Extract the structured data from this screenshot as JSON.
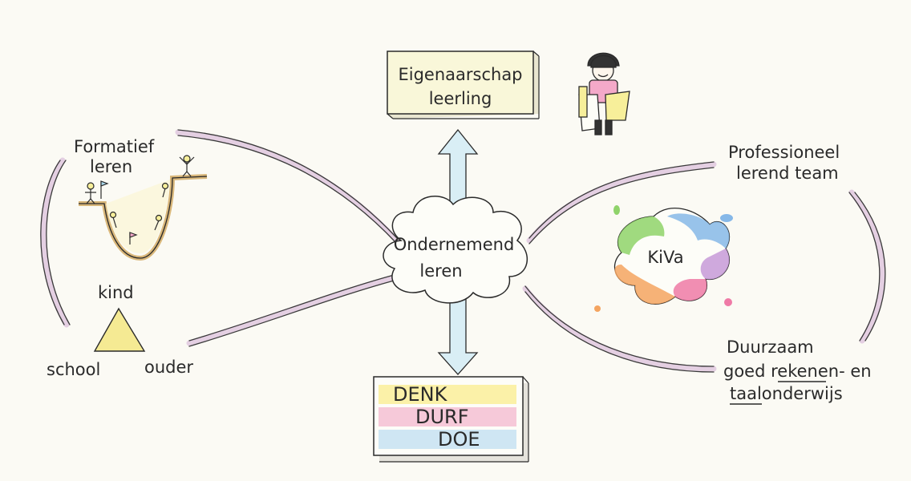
{
  "colors": {
    "paper": "#fbfaf4",
    "loop": "#e4cfe2",
    "ink": "#2a2a2a",
    "arrow": "#d9eef5",
    "denk": "#fbf1a8",
    "durf": "#f6c9d9",
    "doe": "#cfe6f3",
    "kiva_green": "#8fd36a",
    "kiva_blue": "#86b8e8",
    "kiva_orange": "#f4a460",
    "kiva_pink": "#ef7aa6",
    "kiva_purple": "#c79ad8"
  },
  "center": {
    "line1": "Ondernemend",
    "line2": "leren"
  },
  "top_box": {
    "line1": "Eigenaarschap",
    "line2": "leerling"
  },
  "bottom_box": {
    "words": [
      "DENK",
      "DURF",
      "DOE"
    ]
  },
  "left": {
    "formatief_line1": "Formatief",
    "formatief_line2": "leren",
    "triangle_top": "kind",
    "triangle_left": "school",
    "triangle_right": "ouder"
  },
  "right": {
    "team_line1": "Professioneel",
    "team_line2": "lerend team",
    "kiva": "KiVa",
    "duur_line1": "Duurzaam",
    "duur_line2": "goed rekenen- en",
    "duur_line3": "taalonderwijs"
  }
}
